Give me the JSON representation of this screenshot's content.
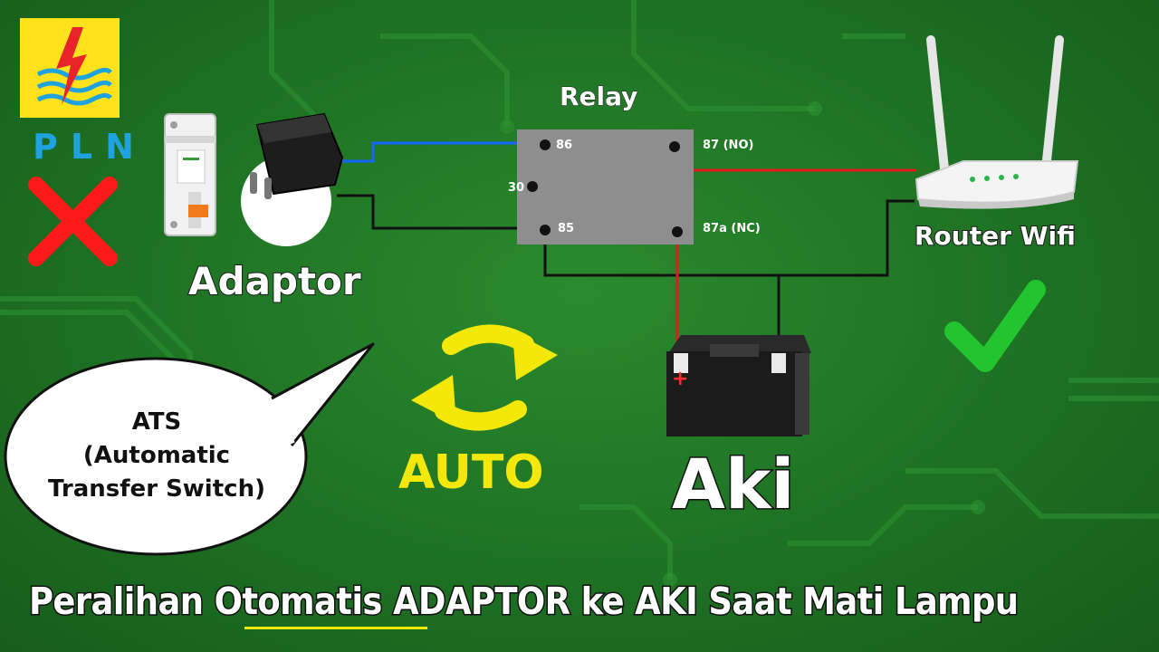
{
  "logo": {
    "text": "PLN",
    "colors": {
      "bg": "#FFE21A",
      "bolt": "#E8242A",
      "wave": "#1FA3DF"
    }
  },
  "status": {
    "pln": "x-icon",
    "router": "check-icon"
  },
  "labels": {
    "relay": "Relay",
    "adaptor": "Adaptor",
    "router": "Router Wifi",
    "aki": "Aki",
    "auto": "AUTO",
    "speech_line1": "ATS",
    "speech_line2": "(Automatic",
    "speech_line3": "Transfer Switch)",
    "footer": "Peralihan Otomatis ADAPTOR ke AKI Saat Mati Lampu",
    "battery_plus": "+"
  },
  "relay_pins": {
    "p86": "86",
    "p87": "87 (NO)",
    "p30": "30",
    "p85": "85",
    "p87a": "87a (NC)"
  },
  "colors": {
    "wire_blue": "#1565ff",
    "wire_red": "#e11b1b",
    "wire_black": "#111111",
    "accent_yellow": "#f4e80a",
    "check": "#22c52e",
    "cross": "#ff1a1a"
  }
}
